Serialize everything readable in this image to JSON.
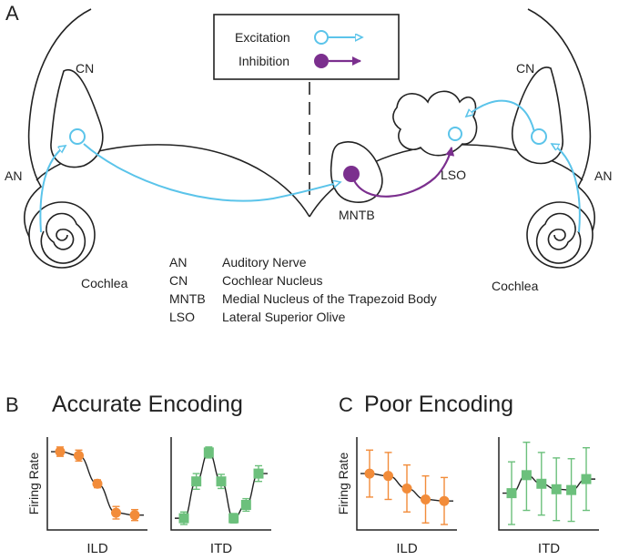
{
  "panel_a": {
    "letter": "A",
    "legend": {
      "excitation": "Excitation",
      "inhibition": "Inhibition"
    },
    "labels": {
      "cn_left": "CN",
      "cn_right": "CN",
      "an_left": "AN",
      "an_right": "AN",
      "cochlea_left": "Cochlea",
      "cochlea_right": "Cochlea",
      "mntb": "MNTB",
      "lso": "LSO"
    },
    "abbreviations": [
      {
        "abbr": "AN",
        "full": "Auditory Nerve"
      },
      {
        "abbr": "CN",
        "full": "Cochlear Nucleus"
      },
      {
        "abbr": "MNTB",
        "full": "Medial Nucleus of the Trapezoid Body"
      },
      {
        "abbr": "LSO",
        "full": "Lateral Superior Olive"
      }
    ]
  },
  "panel_b": {
    "letter": "B",
    "title": "Accurate Encoding"
  },
  "panel_c": {
    "letter": "C",
    "title": "Poor Encoding"
  },
  "colors": {
    "excitation": "#5bc4ea",
    "inhibition": "#7b2f8e",
    "ild": "#f28c3a",
    "itd": "#6cc07c"
  },
  "chart_data": [
    {
      "type": "scatter",
      "panel": "B",
      "xlabel": "ILD",
      "ylabel": "Firing Rate",
      "marker": "circle",
      "color": "#f28c3a",
      "points": [
        {
          "x": 1,
          "y": 0.93,
          "err": 0.06
        },
        {
          "x": 2,
          "y": 0.88,
          "err": 0.07
        },
        {
          "x": 3,
          "y": 0.52,
          "err": 0.05
        },
        {
          "x": 4,
          "y": 0.15,
          "err": 0.08
        },
        {
          "x": 5,
          "y": 0.12,
          "err": 0.07
        }
      ]
    },
    {
      "type": "scatter",
      "panel": "B",
      "xlabel": "ITD",
      "ylabel": "",
      "marker": "square",
      "color": "#6cc07c",
      "points": [
        {
          "x": 1,
          "y": 0.08,
          "err": 0.08
        },
        {
          "x": 2,
          "y": 0.55,
          "err": 0.1
        },
        {
          "x": 3,
          "y": 0.92,
          "err": 0.07
        },
        {
          "x": 4,
          "y": 0.55,
          "err": 0.09
        },
        {
          "x": 5,
          "y": 0.08,
          "err": 0.06
        },
        {
          "x": 6,
          "y": 0.25,
          "err": 0.08
        },
        {
          "x": 7,
          "y": 0.65,
          "err": 0.1
        }
      ]
    },
    {
      "type": "scatter",
      "panel": "C",
      "xlabel": "ILD",
      "ylabel": "Firing Rate",
      "marker": "circle",
      "color": "#f28c3a",
      "points": [
        {
          "x": 1,
          "y": 0.65,
          "err": 0.3
        },
        {
          "x": 2,
          "y": 0.62,
          "err": 0.3
        },
        {
          "x": 3,
          "y": 0.46,
          "err": 0.3
        },
        {
          "x": 4,
          "y": 0.32,
          "err": 0.3
        },
        {
          "x": 5,
          "y": 0.3,
          "err": 0.3
        }
      ]
    },
    {
      "type": "scatter",
      "panel": "C",
      "xlabel": "ITD",
      "ylabel": "",
      "marker": "square",
      "color": "#6cc07c",
      "points": [
        {
          "x": 1,
          "y": 0.4,
          "err": 0.4
        },
        {
          "x": 2,
          "y": 0.63,
          "err": 0.45
        },
        {
          "x": 3,
          "y": 0.52,
          "err": 0.4
        },
        {
          "x": 4,
          "y": 0.45,
          "err": 0.4
        },
        {
          "x": 5,
          "y": 0.44,
          "err": 0.4
        },
        {
          "x": 6,
          "y": 0.58,
          "err": 0.4
        }
      ]
    }
  ]
}
